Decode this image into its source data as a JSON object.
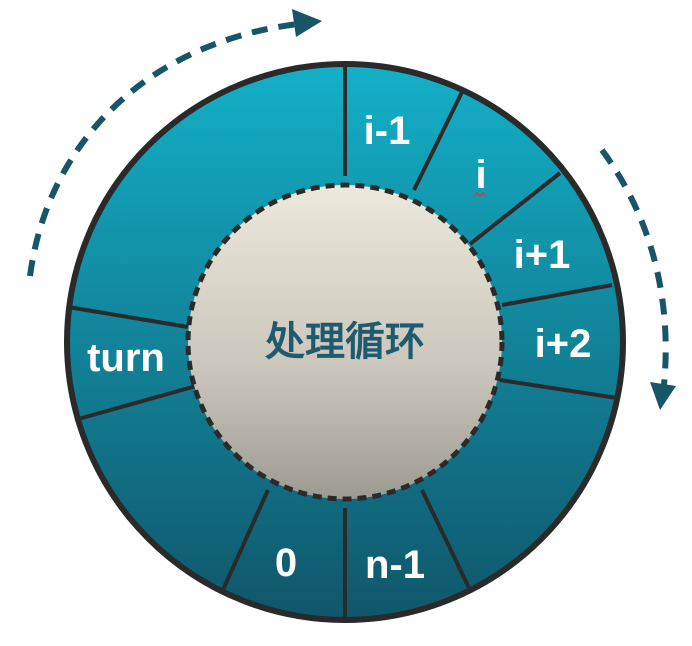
{
  "center": {
    "label": "处理循环"
  },
  "segments": [
    {
      "id": "i-minus-1",
      "label": "i-1"
    },
    {
      "id": "i",
      "label": "i"
    },
    {
      "id": "i-plus-1",
      "label": "i+1"
    },
    {
      "id": "i-plus-2",
      "label": "i+2"
    },
    {
      "id": "turn",
      "label": "turn"
    },
    {
      "id": "zero",
      "label": "0"
    },
    {
      "id": "n-minus-1",
      "label": "n-1"
    }
  ],
  "arrows": [
    {
      "id": "top-left-arrow",
      "direction": "clockwise"
    },
    {
      "id": "right-arrow",
      "direction": "clockwise"
    }
  ],
  "colors": {
    "ring_top": "#13b0c8",
    "ring_bottom": "#10566a",
    "center_top": "#ece8db",
    "center_bottom": "#9d9a92",
    "outline": "#2a2a2a",
    "arrow": "#175567",
    "center_text": "#1f5a6e",
    "segment_text": "#ffffff"
  }
}
